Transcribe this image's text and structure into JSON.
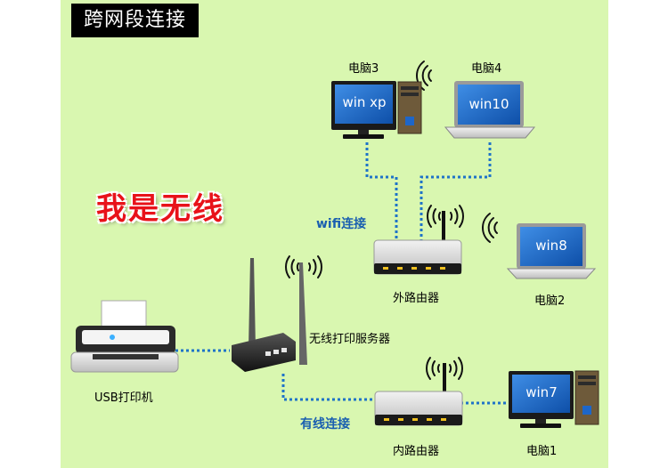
{
  "title": "跨网段连接",
  "slogan": "我是无线",
  "connections": {
    "wifi": "wifi连接",
    "wired": "有线连接"
  },
  "devices": {
    "pc1": {
      "label": "电脑1",
      "os": "win7"
    },
    "pc2": {
      "label": "电脑2",
      "os": "win8"
    },
    "pc3": {
      "label": "电脑3",
      "os": "win xp"
    },
    "pc4": {
      "label": "电脑4",
      "os": "win10"
    },
    "outer_router": {
      "label": "外路由器"
    },
    "inner_router": {
      "label": "内路由器"
    },
    "print_server": {
      "label": "无线打印服务器"
    },
    "printer": {
      "label": "USB打印机"
    }
  },
  "colors": {
    "background": "#d9f7b0",
    "link": "#1e73c8",
    "slogan": "#e8121a",
    "screen": "#1e66c8"
  }
}
